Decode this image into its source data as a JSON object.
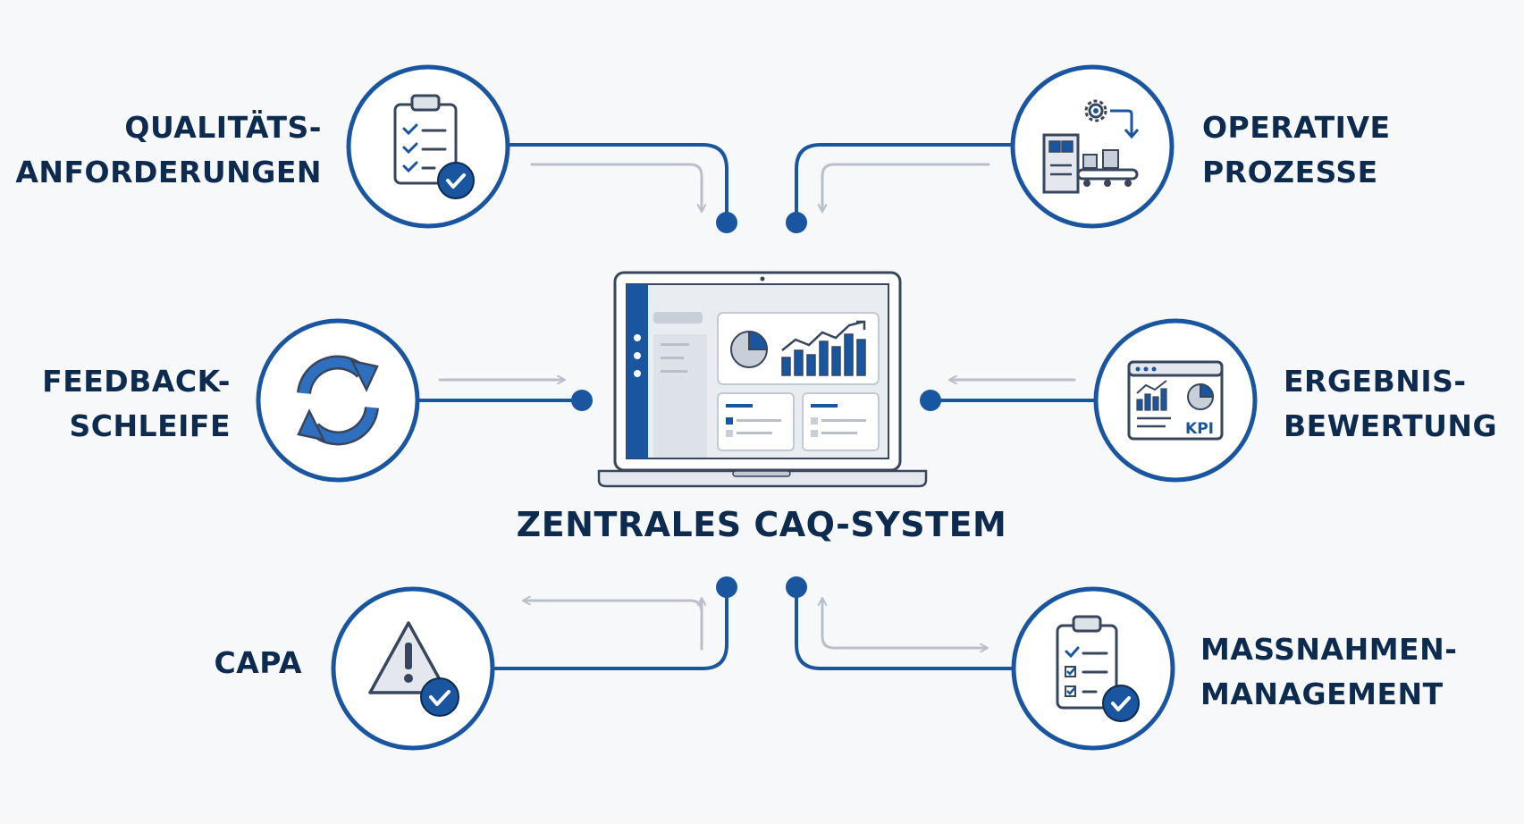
{
  "center": {
    "title": "ZENTRALES CAQ-SYSTEM",
    "icon": "laptop-dashboard-icon"
  },
  "nodes": {
    "quality_requirements": {
      "line1": "QUALITÄTS-",
      "line2": "ANFORDERUNGEN",
      "icon": "clipboard-checklist-icon"
    },
    "operative_processes": {
      "line1": "OPERATIVE",
      "line2": "PROZESSE",
      "icon": "factory-conveyor-icon"
    },
    "feedback_loop": {
      "line1": "FEEDBACK-",
      "line2": "SCHLEIFE",
      "icon": "refresh-cycle-icon"
    },
    "result_evaluation": {
      "line1": "ERGEBNIS-",
      "line2": "BEWERTUNG",
      "icon": "kpi-report-icon",
      "badge": "KPI"
    },
    "capa": {
      "line1": "CAPA",
      "icon": "warning-check-icon"
    },
    "action_management": {
      "line1": "MASSNAHMEN-",
      "line2": "MANAGEMENT",
      "icon": "clipboard-tasks-icon"
    }
  },
  "colors": {
    "primary": "#1a56a0",
    "dark": "#0d2a4f",
    "arrow": "#b9c0c9",
    "screen": "#e9ecf1",
    "background": "#f7f8fa"
  }
}
